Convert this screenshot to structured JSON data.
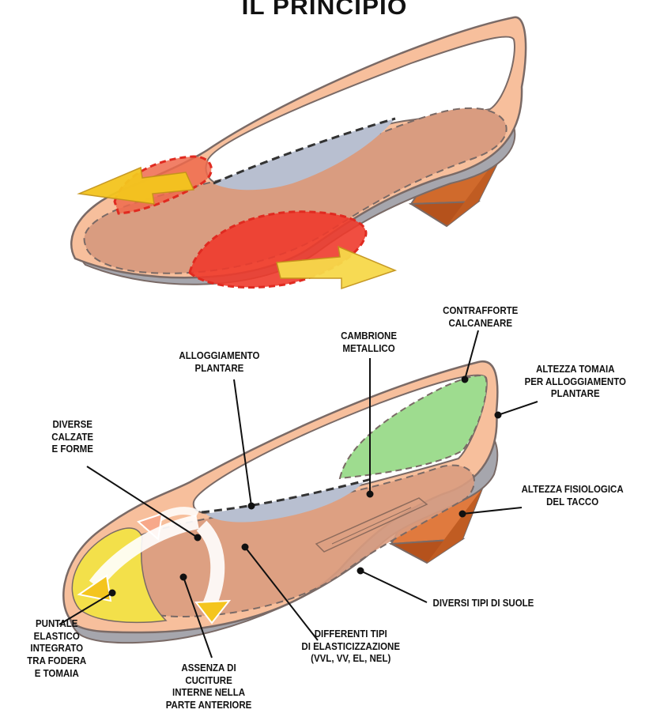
{
  "title": "IL PRINCIPIO",
  "colors": {
    "upper": "#f7bf9c",
    "insole": "#d99c80",
    "heel": "#e07a3e",
    "outline": "#7a6a66",
    "pressure": "#ee3b2c",
    "arrow": "#f4c51e",
    "arch_gap": "#b8bfd0",
    "counter": "#9edc8f"
  },
  "labels": {
    "contrafforte": [
      "CONTRAFFORTE",
      "CALCANEARE"
    ],
    "cambrione": [
      "CAMBRIONE",
      "METALLICO"
    ],
    "alloggiamento": [
      "ALLOGGIAMENTO",
      "PLANTARE"
    ],
    "altezza_tomaia": [
      "ALTEZZA TOMAIA",
      "PER ALLOGGIAMENTO",
      "PLANTARE"
    ],
    "diverse_calzate": [
      "DIVERSE",
      "CALZATE",
      "E FORME"
    ],
    "altezza_tacco": [
      "ALTEZZA FISIOLOGICA",
      "DEL TACCO"
    ],
    "diversi_suole": [
      "DIVERSI TIPI DI SUOLE"
    ],
    "puntale": [
      "PUNTALE",
      "ELASTICO",
      "INTEGRATO",
      "TRA FODERA",
      "E TOMAIA"
    ],
    "differenti": [
      "DIFFERENTI TIPI",
      "DI ELASTICIZZAZIONE",
      "(VVL, VV, EL, NEL)"
    ],
    "assenza": [
      "ASSENZA DI",
      "CUCITURE",
      "INTERNE NELLA",
      "PARTE ANTERIORE"
    ]
  }
}
